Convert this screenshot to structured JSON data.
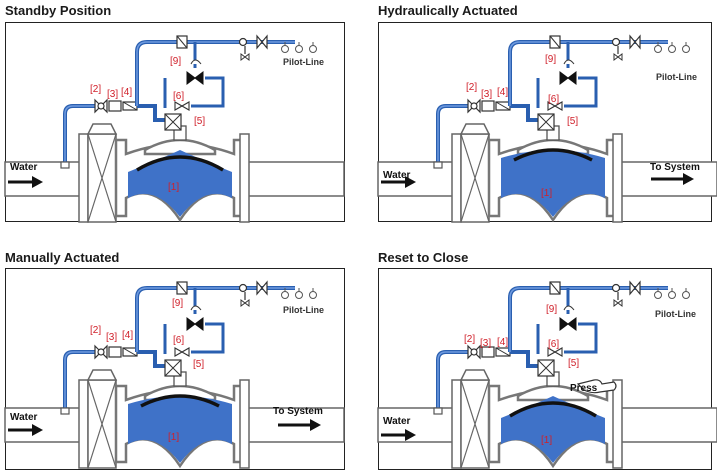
{
  "panels": [
    {
      "title": "Standby Position",
      "labels": {
        "water": "Water",
        "pilot_line": "Pilot-Line",
        "system": "",
        "main_valve": "[1]",
        "p2": "[2]",
        "p3": "[3]",
        "p4": "[4]",
        "p5": "[5]",
        "p6": "[6]",
        "p9": "[9]",
        "press": ""
      }
    },
    {
      "title": "Hydraulically Actuated",
      "labels": {
        "water": "Water",
        "pilot_line": "Pilot-Line",
        "system": "To System",
        "main_valve": "[1]",
        "p2": "[2]",
        "p3": "[3]",
        "p4": "[4]",
        "p5": "[5]",
        "p6": "[6]",
        "p9": "[9]",
        "press": ""
      }
    },
    {
      "title": "Manually Actuated",
      "labels": {
        "water": "Water",
        "pilot_line": "Pilot-Line",
        "system": "To System",
        "main_valve": "[1]",
        "p2": "[2]",
        "p3": "[3]",
        "p4": "[4]",
        "p5": "[5]",
        "p6": "[6]",
        "p9": "[9]",
        "press": ""
      }
    },
    {
      "title": "Reset to Close",
      "labels": {
        "water": "Water",
        "pilot_line": "Pilot-Line",
        "system": "",
        "main_valve": "[1]",
        "p2": "[2]",
        "p3": "[3]",
        "p4": "[4]",
        "p5": "[5]",
        "p6": "[6]",
        "p9": "[9]",
        "press": "Press"
      }
    }
  ],
  "colors": {
    "water": "#3f72c8",
    "pipe_blue": "#3f72c8",
    "pipe_grey": "#9a9a9a",
    "body": "#777777",
    "label_red": "#d0202a"
  },
  "icons": {
    "valve": "bowtie-valve-icon",
    "arrow": "flow-arrow-icon",
    "hand": "pointing-hand-icon"
  }
}
